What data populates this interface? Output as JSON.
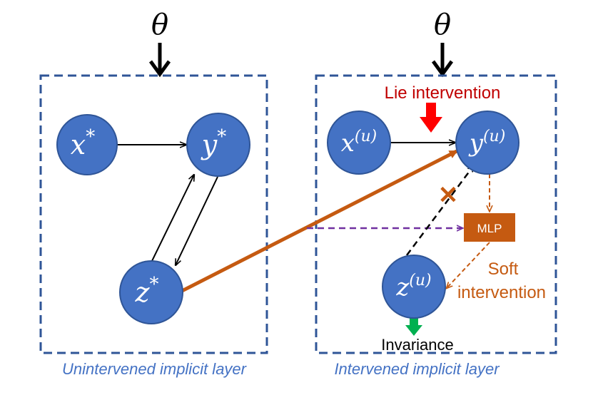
{
  "theta_left": "θ",
  "theta_right": "θ",
  "left_panel": {
    "caption": "Unintervened implicit layer",
    "nodes": {
      "x": {
        "base": "x",
        "sup": "*"
      },
      "y": {
        "base": "y",
        "sup": "*"
      },
      "z": {
        "base": "z",
        "sup": "*"
      }
    }
  },
  "right_panel": {
    "caption": "Intervened implicit layer",
    "nodes": {
      "x": {
        "base": "x",
        "sup": "(u)"
      },
      "y": {
        "base": "y",
        "sup": "(u)"
      },
      "z": {
        "base": "z",
        "sup": "(u)"
      }
    },
    "lie_intervention": "Lie intervention",
    "mlp": "MLP",
    "soft_intervention_line1": "Soft",
    "soft_intervention_line2": "intervention",
    "invariance": "Invariance",
    "cross_mark": "✕"
  },
  "colors": {
    "node_fill": "#4472C4",
    "box_border": "#2F5597",
    "caption": "#4472C4",
    "orange": "#C55A11",
    "red": "#C00000",
    "green": "#00B050",
    "purple": "#7030A0"
  }
}
